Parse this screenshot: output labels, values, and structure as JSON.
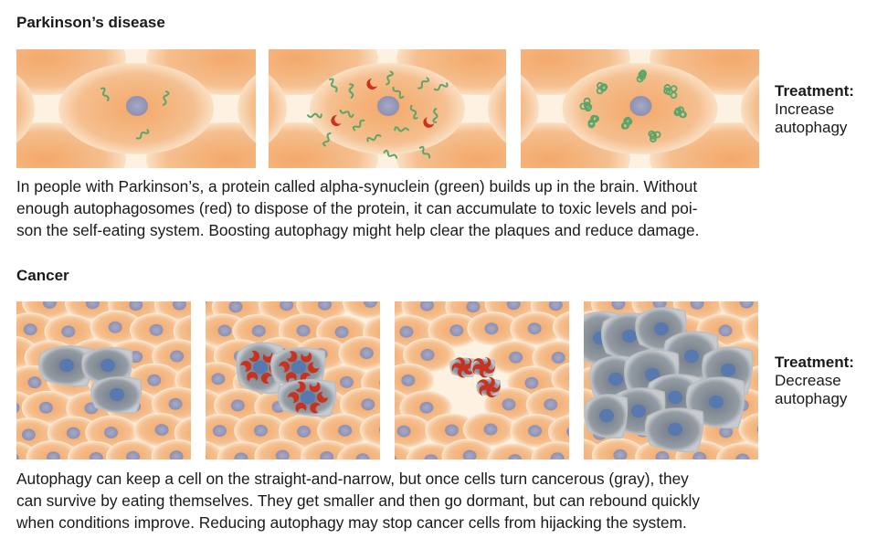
{
  "parkinsons": {
    "title": "Parkinson’s disease",
    "treatment_label": "Treatment:",
    "treatment_lines": [
      "Increase",
      "autophagy"
    ],
    "caption_lines": [
      "In people with Parkinson’s, a protein called alpha-synuclein (green) builds up in the brain. Without",
      "enough autophagosomes (red) to dispose of the protein, it can accumulate to toxic levels and poi-",
      "son the self-eating system. Boosting autophagy might help clear the plaques and reduce damage."
    ]
  },
  "cancer": {
    "title": "Cancer",
    "treatment_label": "Treatment:",
    "treatment_lines": [
      "Decrease",
      "autophagy"
    ],
    "caption_lines": [
      "Autophagy can keep a cell on the straight-and-narrow, but once cells turn cancerous (gray), they",
      "can survive by eating themselves. They get smaller and then go dormant, but can rebound quickly",
      "when conditions improve. Reducing autophagy may stop cancer cells from hijacking the system."
    ]
  },
  "colors": {
    "cell": "#f2b07a",
    "background": "#fdf1e1",
    "nucleus": "#9c9fc0",
    "protein": "#5aa66a",
    "autophagosome": "#c8321e",
    "cancer_cell": "#8c939b",
    "cancer_nucleus": "#5878b0"
  }
}
